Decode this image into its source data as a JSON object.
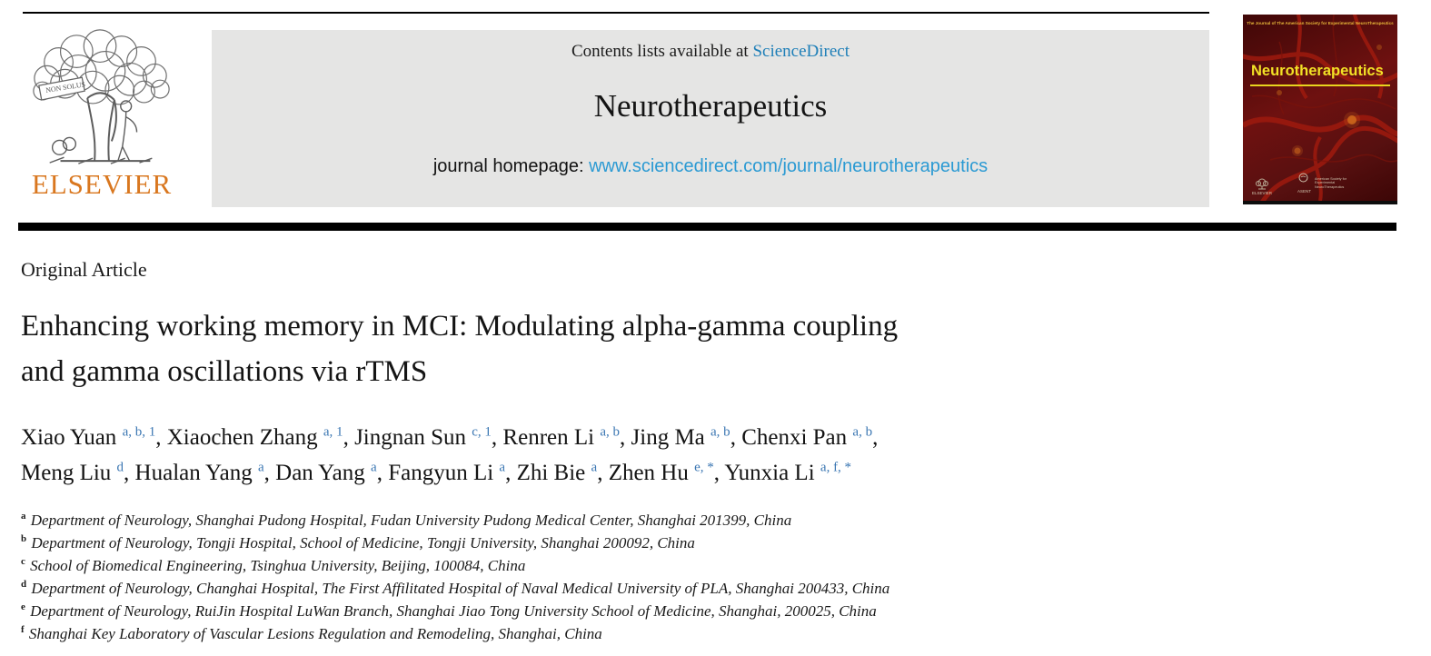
{
  "header": {
    "elsevier_logo_text": "ELSEVIER",
    "non_solus_label": "NON SOLUS",
    "contents_prefix": "Contents lists available at ",
    "sciencedirect_link": "ScienceDirect",
    "journal_name": "Neurotherapeutics",
    "homepage_prefix": "journal homepage: ",
    "homepage_url": "www.sciencedirect.com/journal/neurotherapeutics"
  },
  "cover": {
    "top_text": "The Journal of The American Society for Experimental NeuroTherapeutics",
    "title": "Neurotherapeutics",
    "publisher_label": "ELSEVIER",
    "society_abbrev": "ASENT",
    "society_name": "American Society for Experimental NeuroTherapeutics"
  },
  "article": {
    "type_label": "Original Article",
    "title_line1": "Enhancing working memory in MCI: Modulating alpha-gamma coupling",
    "title_line2": "and gamma oscillations via rTMS",
    "author_lines": [
      {
        "authors": [
          {
            "name": "Xiao Yuan",
            "sup": "a, b, 1"
          },
          {
            "name": "Xiaochen Zhang",
            "sup": "a, 1"
          },
          {
            "name": "Jingnan Sun",
            "sup": "c, 1"
          },
          {
            "name": "Renren Li",
            "sup": "a, b"
          },
          {
            "name": "Jing Ma",
            "sup": "a, b"
          },
          {
            "name": "Chenxi Pan",
            "sup": "a, b"
          }
        ],
        "suffix": ","
      },
      {
        "authors": [
          {
            "name": "Meng Liu",
            "sup": "d"
          },
          {
            "name": "Hualan Yang",
            "sup": "a"
          },
          {
            "name": "Dan Yang",
            "sup": "a"
          },
          {
            "name": "Fangyun Li",
            "sup": "a"
          },
          {
            "name": "Zhi Bie",
            "sup": "a"
          },
          {
            "name": "Zhen Hu",
            "sup": "e, *"
          },
          {
            "name": "Yunxia Li",
            "sup": "a, f, *"
          }
        ],
        "suffix": ""
      }
    ],
    "affiliations": [
      {
        "sup": "a",
        "text": "Department of Neurology, Shanghai Pudong Hospital, Fudan University Pudong Medical Center, Shanghai 201399, China"
      },
      {
        "sup": "b",
        "text": "Department of Neurology, Tongji Hospital, School of Medicine, Tongji University, Shanghai 200092, China"
      },
      {
        "sup": "c",
        "text": "School of Biomedical Engineering, Tsinghua University, Beijing, 100084, China"
      },
      {
        "sup": "d",
        "text": "Department of Neurology, Changhai Hospital, The First Affilitated Hospital of Naval Medical University of PLA, Shanghai 200433, China"
      },
      {
        "sup": "e",
        "text": "Department of Neurology, RuiJin Hospital LuWan Branch, Shanghai Jiao Tong University School of Medicine, Shanghai, 200025, China"
      },
      {
        "sup": "f",
        "text": "Shanghai Key Laboratory of Vascular Lesions Regulation and Remodeling, Shanghai, China"
      }
    ]
  },
  "colors": {
    "sciencedirect_link_blue": "#1e7fb8",
    "homepage_url_blue": "#2b9ad3",
    "superscript_blue": "#3a76b2",
    "elsevier_orange": "#d9771f",
    "header_box_gray": "#e5e5e4",
    "cover_maroon": "#5c0d0d",
    "cover_yellow": "#f2e126"
  }
}
